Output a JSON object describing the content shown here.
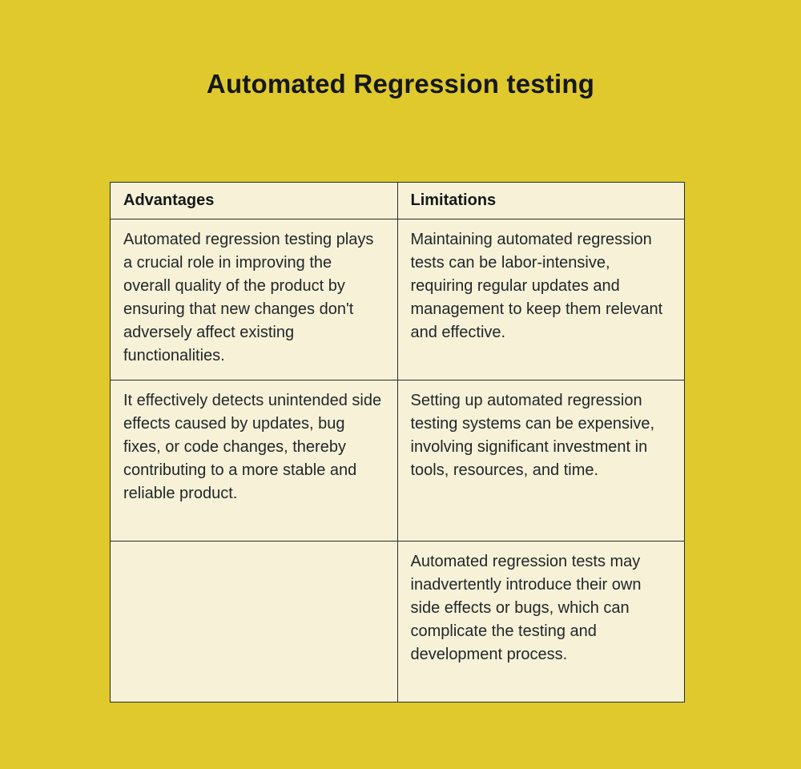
{
  "page": {
    "title": "Automated Regression testing",
    "background_color": "#dfc92d",
    "cell_background_color": "#f7f2d7",
    "border_color": "#2a2a2a",
    "text_color": "#22262b"
  },
  "table": {
    "headers": [
      "Advantages",
      "Limitations"
    ],
    "rows": [
      {
        "advantages": "Automated regression testing plays a crucial role in improving the overall quality of the product by ensuring that new changes don't adversely affect existing functionalities.",
        "limitations": "Maintaining automated regression tests can be labor-intensive, requiring regular updates and management to keep them relevant and effective."
      },
      {
        "advantages": "It effectively detects unintended side effects caused by updates, bug fixes, or code changes, thereby contributing to a more stable and reliable product.",
        "limitations": "Setting up automated regression testing systems can be expensive, involving significant investment in tools, resources, and time."
      },
      {
        "advantages": "",
        "limitations": "Automated regression tests may inadvertently introduce their own side effects or bugs, which can complicate the testing and development process."
      }
    ]
  }
}
